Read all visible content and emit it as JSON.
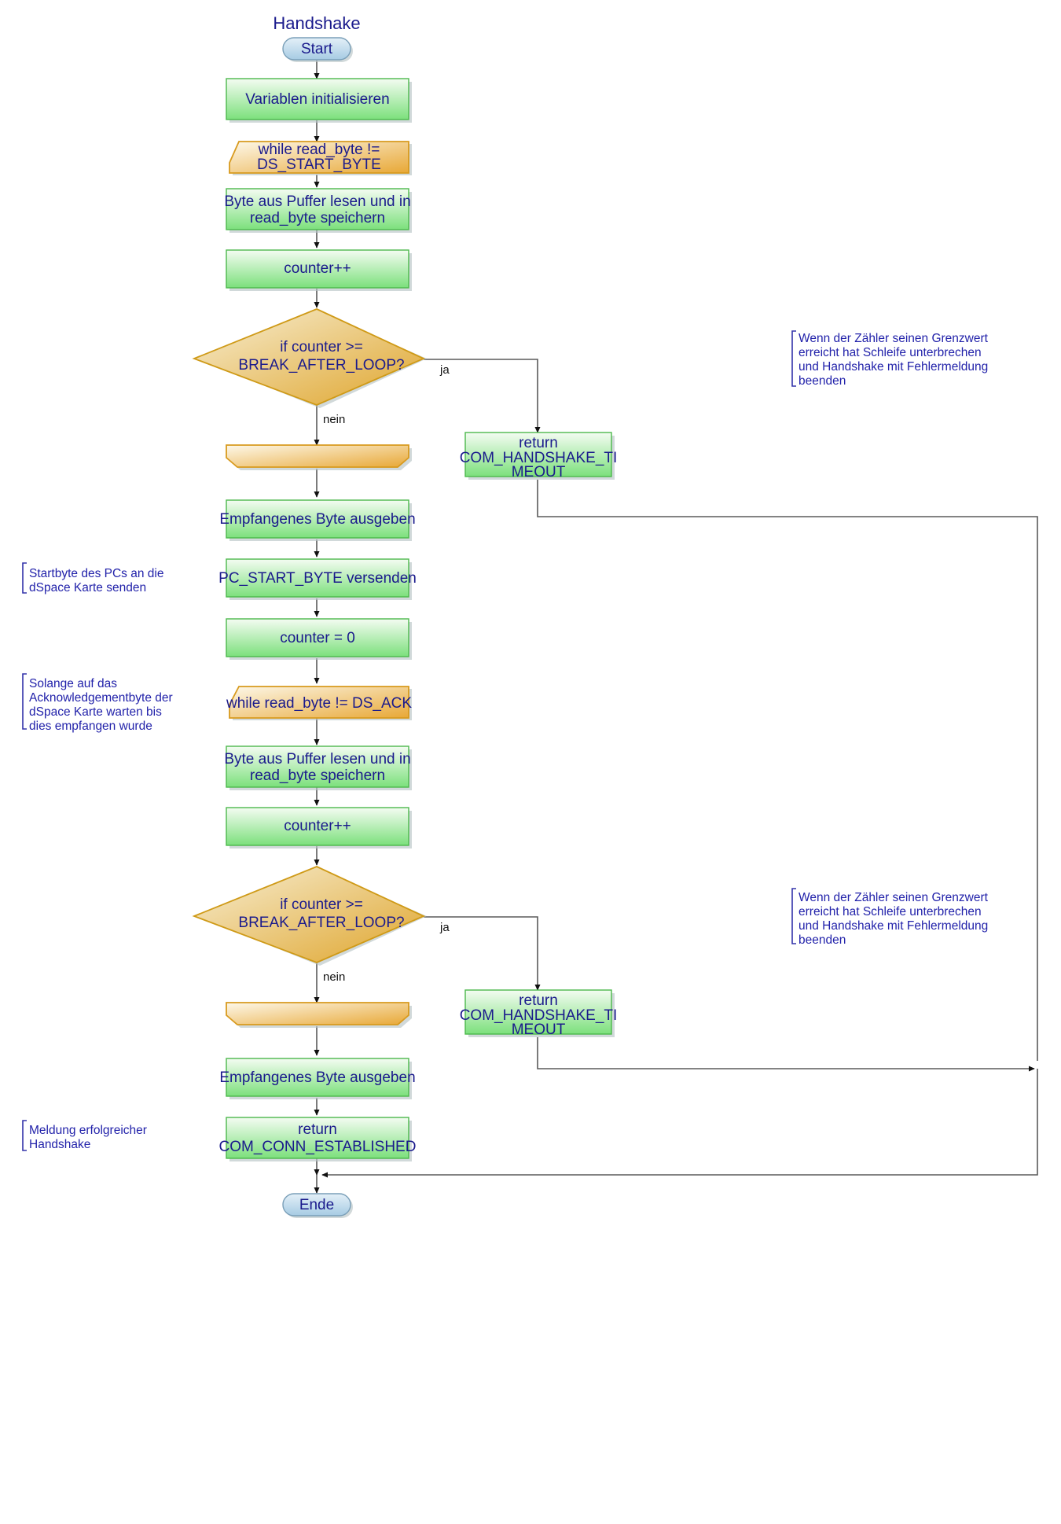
{
  "diagram": {
    "title": "Handshake",
    "colors": {
      "terminator_fill_top": "#dbeaf5",
      "terminator_fill_bottom": "#a9cde4",
      "terminator_stroke": "#7a9fb8",
      "process_fill_top": "#f1fbf0",
      "process_fill_bottom": "#7fe07f",
      "process_stroke": "#4cb84c",
      "loop_fill_top": "#fdf6e3",
      "loop_fill_bottom": "#e8a93a",
      "loop_stroke": "#d89a1e",
      "decision_fill_top": "#f7edd0",
      "decision_fill_bottom": "#e0a72e",
      "decision_stroke": "#cf9a17",
      "text": "#1a1a8c",
      "edge": "#5a5a5a",
      "note_text": "#2222aa"
    },
    "nodes": [
      {
        "id": "start",
        "type": "terminator",
        "label": "Start"
      },
      {
        "id": "init",
        "type": "process",
        "label": "Variablen initialisieren"
      },
      {
        "id": "while1",
        "type": "loop-start",
        "label_line1": "while read_byte !=",
        "label_line2": "DS_START_BYTE"
      },
      {
        "id": "read1",
        "type": "process",
        "label_line1": "Byte aus Puffer lesen und in",
        "label_line2": "read_byte speichern"
      },
      {
        "id": "inc1",
        "type": "process",
        "label": "counter++"
      },
      {
        "id": "decision1",
        "type": "decision",
        "label_line1": "if counter >=",
        "label_line2": "BREAK_AFTER_LOOP?"
      },
      {
        "id": "loopend1",
        "type": "loop-end",
        "label": ""
      },
      {
        "id": "timeout1",
        "type": "process",
        "label_line1": "return",
        "label_line2": "COM_HANDSHAKE_TI",
        "label_line3": "MEOUT"
      },
      {
        "id": "print1",
        "type": "process",
        "label": "Empfangenes Byte ausgeben"
      },
      {
        "id": "send",
        "type": "process",
        "label": "PC_START_BYTE versenden"
      },
      {
        "id": "reset",
        "type": "process",
        "label": "counter = 0"
      },
      {
        "id": "while2",
        "type": "loop-start",
        "label": "while read_byte != DS_ACK"
      },
      {
        "id": "read2",
        "type": "process",
        "label_line1": "Byte aus Puffer lesen und in",
        "label_line2": "read_byte speichern"
      },
      {
        "id": "inc2",
        "type": "process",
        "label": "counter++"
      },
      {
        "id": "decision2",
        "type": "decision",
        "label_line1": "if counter >=",
        "label_line2": "BREAK_AFTER_LOOP?"
      },
      {
        "id": "loopend2",
        "type": "loop-end",
        "label": ""
      },
      {
        "id": "timeout2",
        "type": "process",
        "label_line1": "return",
        "label_line2": "COM_HANDSHAKE_TI",
        "label_line3": "MEOUT"
      },
      {
        "id": "print2",
        "type": "process",
        "label": "Empfangenes Byte ausgeben"
      },
      {
        "id": "established",
        "type": "process",
        "label_line1": "return",
        "label_line2": "COM_CONN_ESTABLISHED"
      },
      {
        "id": "end",
        "type": "terminator",
        "label": "Ende"
      }
    ],
    "edge_labels": {
      "decision1_yes": "ja",
      "decision1_no": "nein",
      "decision2_yes": "ja",
      "decision2_no": "nein"
    },
    "notes": [
      {
        "id": "note-timeout-1",
        "side": "right",
        "lines": [
          "Wenn der Zähler seinen Grenzwert",
          "erreicht hat Schleife unterbrechen",
          "und Handshake mit Fehlermeldung",
          "beenden"
        ]
      },
      {
        "id": "note-startbyte",
        "side": "left",
        "lines": [
          "Startbyte des PCs an die",
          "dSpace Karte senden"
        ]
      },
      {
        "id": "note-ack",
        "side": "left",
        "lines": [
          "Solange auf das",
          "Acknowledgementbyte der",
          "dSpace Karte warten bis",
          "dies empfangen wurde"
        ]
      },
      {
        "id": "note-timeout-2",
        "side": "right",
        "lines": [
          "Wenn der Zähler seinen Grenzwert",
          "erreicht hat Schleife unterbrechen",
          "und Handshake mit Fehlermeldung",
          "beenden"
        ]
      },
      {
        "id": "note-success",
        "side": "left",
        "lines": [
          "Meldung erfolgreicher",
          "Handshake"
        ]
      }
    ]
  }
}
